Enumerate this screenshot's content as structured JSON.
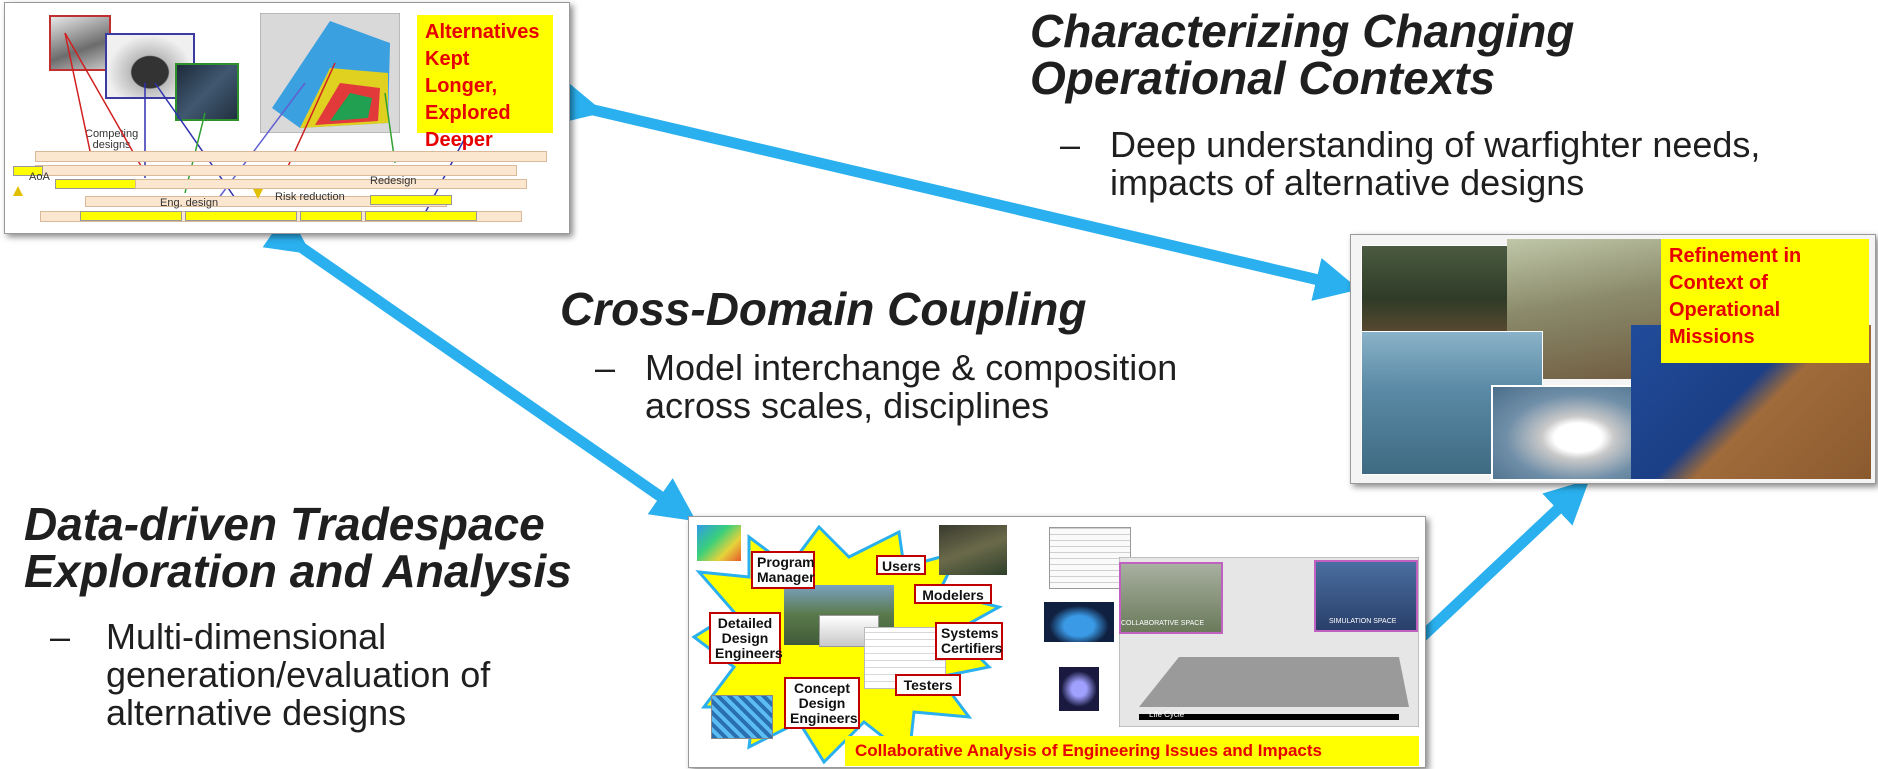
{
  "headings": {
    "top_right": {
      "line1": "Characterizing Changing",
      "line2": "Operational Contexts"
    },
    "middle": {
      "line1": "Cross-Domain Coupling"
    },
    "left": {
      "line1": "Data-driven Tradespace",
      "line2": "Exploration and Analysis"
    }
  },
  "bullets": {
    "top_right": {
      "dash": "–",
      "line1": "Deep understanding of warfighter needs,",
      "line2": "impacts of alternative designs"
    },
    "middle": {
      "dash": "–",
      "line1": "Model interchange & composition",
      "line2": "across scales, disciplines"
    },
    "left": {
      "dash": "–",
      "line1": "Multi-dimensional",
      "line2": "generation/evaluation of",
      "line3": "alternative designs"
    }
  },
  "panel_top_left": {
    "label": {
      "line1": "Alternatives",
      "line2": "Kept Longer,",
      "line3": "Explored",
      "line4": "Deeper"
    },
    "text": {
      "competing": "Competing",
      "designs": "designs",
      "aoa": "AoA",
      "eng": "Eng. design",
      "risk": "Risk reduction",
      "redesign": "Redesign"
    }
  },
  "panel_right": {
    "label": {
      "line1": "Refinement in",
      "line2": "Context of",
      "line3": "Operational",
      "line4": "Missions"
    }
  },
  "panel_bottom": {
    "caption": "Collaborative Analysis of Engineering Issues and Impacts",
    "roles": {
      "program_manager": {
        "line1": "Program",
        "line2": "Manager"
      },
      "users": {
        "line1": "Users"
      },
      "modelers": {
        "line1": "Modelers"
      },
      "detailed_design": {
        "line1": "Detailed",
        "line2": "Design",
        "line3": "Engineers"
      },
      "systems_certifiers": {
        "line1": "Systems",
        "line2": "Certifiers"
      },
      "concept_design": {
        "line1": "Concept",
        "line2": "Design",
        "line3": "Engineers"
      },
      "testers": {
        "line1": "Testers"
      }
    },
    "board": {
      "collab": "COLLABORATIVE SPACE",
      "sim": "SIMULATION SPACE",
      "lifecycle": "Life Cycle"
    }
  },
  "colors": {
    "arrow": "#2ab0ee",
    "label_bg": "#ffff00",
    "label_text": "#e60000",
    "heading": "#1f1f1f"
  }
}
